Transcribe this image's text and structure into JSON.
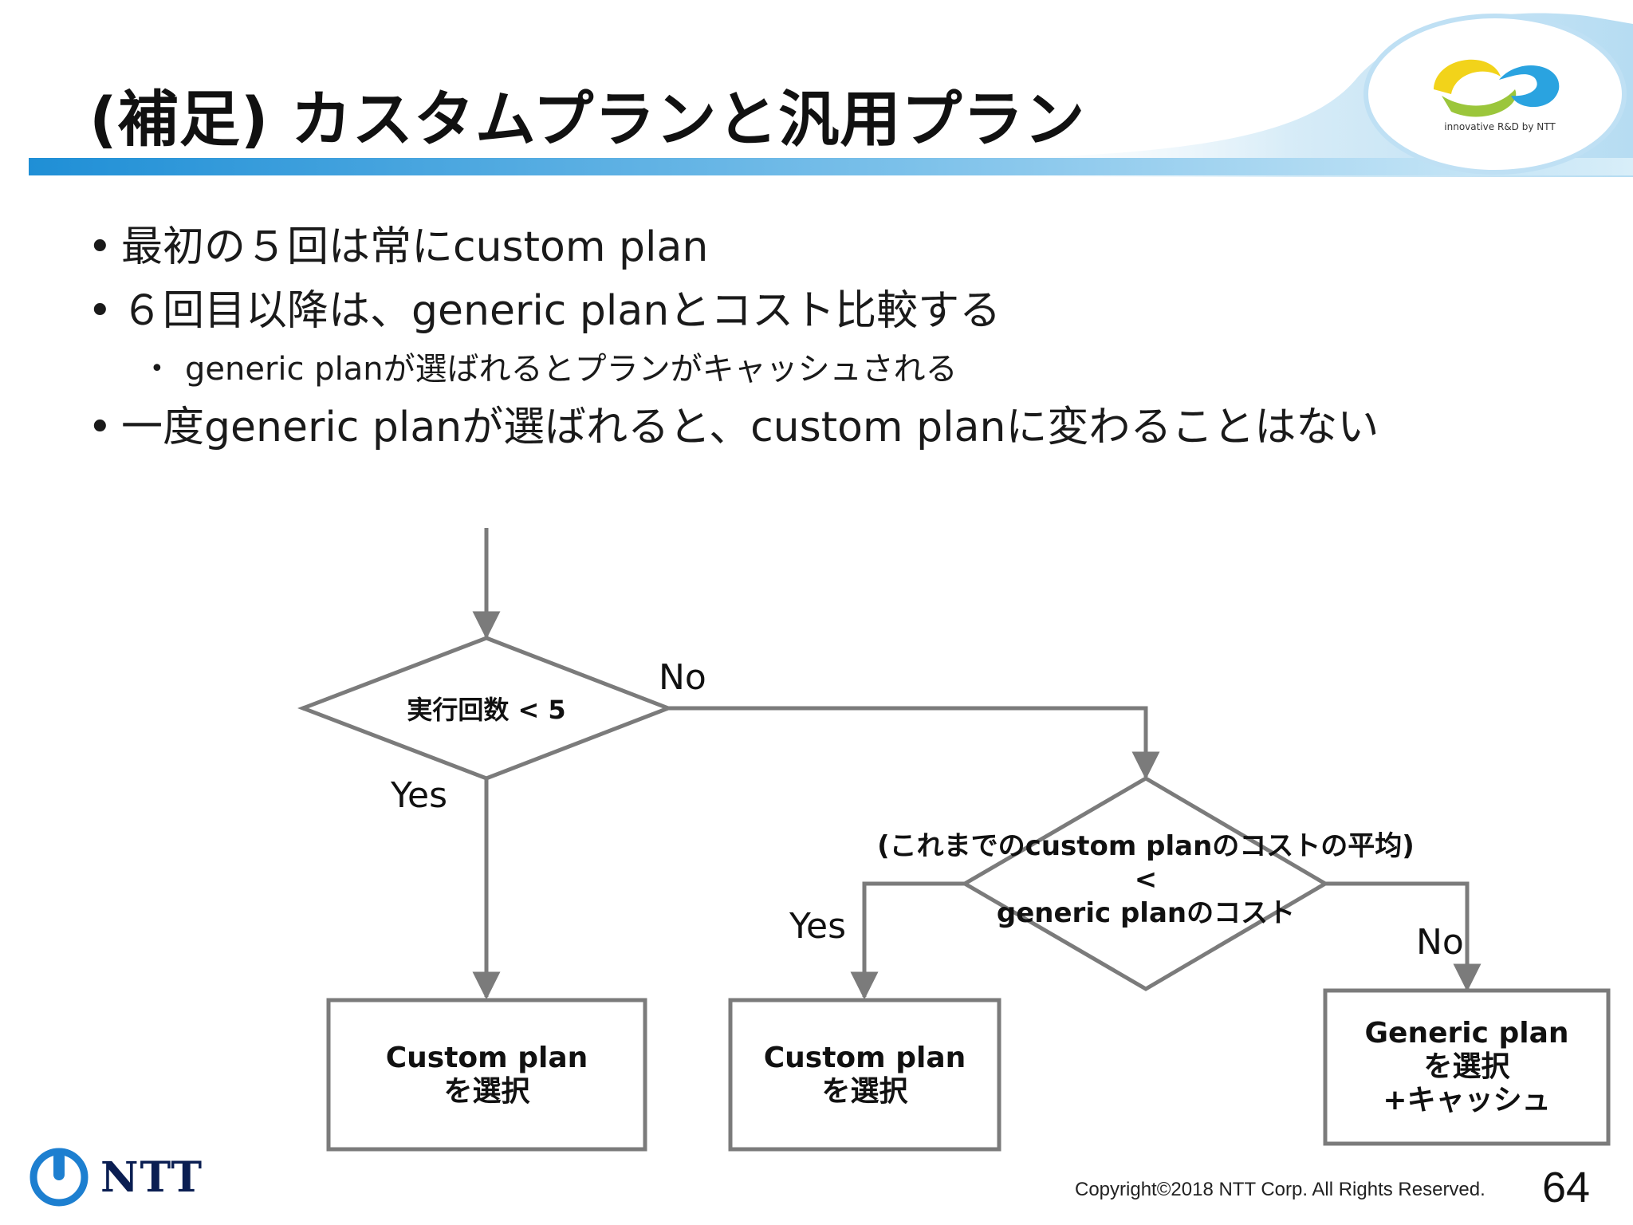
{
  "header": {
    "title": "(補足) カスタムプランと汎用プラン",
    "logo_tagline": "innovative R&D by NTT"
  },
  "colors": {
    "accent_blue": "#1f8fd6",
    "accent_light": "#cde8f7",
    "logo_yellow": "#f2d31a",
    "logo_green": "#9bc63b",
    "logo_blue": "#2aa3e0",
    "diagram_stroke": "#7b7b7b"
  },
  "bullets": [
    {
      "level": 1,
      "text": "最初の５回は常にcustom plan"
    },
    {
      "level": 1,
      "text": "６回目以降は、generic planとコスト比較する"
    },
    {
      "level": 2,
      "text": "generic planが選ばれるとプランがキャッシュされる"
    },
    {
      "level": 1,
      "text": "一度generic planが選ばれると、custom planに変わることはない"
    }
  ],
  "diagram": {
    "decision1": {
      "text": "実行回数 < 5"
    },
    "decision2": {
      "line1": "(これまでのcustom planのコストの平均)",
      "line2": "<",
      "line3": "generic planのコスト"
    },
    "box_custom1": {
      "line1": "Custom plan",
      "line2": "を選択"
    },
    "box_custom2": {
      "line1": "Custom plan",
      "line2": "を選択"
    },
    "box_generic": {
      "line1": "Generic plan",
      "line2": "を選択",
      "line3": "+キャッシュ"
    },
    "labels": {
      "d1_no": "No",
      "d1_yes": "Yes",
      "d2_yes": "Yes",
      "d2_no": "No"
    }
  },
  "footer": {
    "logo_text": "NTT",
    "copyright": "Copyright©2018  NTT Corp. All Rights Reserved.",
    "page_number": "64"
  }
}
